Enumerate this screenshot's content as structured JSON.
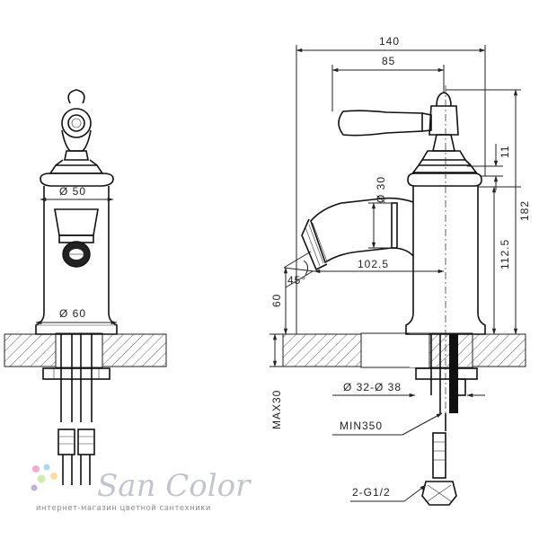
{
  "dimensions": {
    "width_total": "140",
    "handle_reach": "85",
    "handle_gap": "11",
    "height_total": "182",
    "spout_height": "112.5",
    "spout_diameter": "Ø 30",
    "spout_reach": "102.5",
    "angle": "45°",
    "base_height": "60",
    "body_top_diameter": "Ø 50",
    "body_bottom_diameter": "Ø 60",
    "max_thickness": "MAX30",
    "hole_diameter": "Ø 32-Ø 38",
    "hose_min": "MIN350",
    "thread": "2-G1/2"
  },
  "logo": {
    "brand": "SanColor",
    "tagline": "интернет-магазин цветной сантехники",
    "dot_colors": [
      "#f0a0c8",
      "#a0d0f0",
      "#c8e8a0",
      "#f8d890",
      "#b8a0e0"
    ]
  }
}
